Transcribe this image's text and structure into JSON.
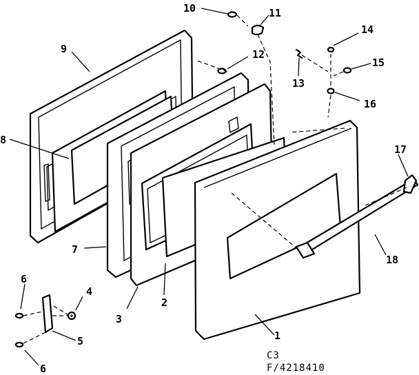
{
  "diagram": {
    "part_labels": [
      "1",
      "2",
      "3",
      "4",
      "5",
      "6",
      "6",
      "7",
      "8",
      "9",
      "10",
      "11",
      "12",
      "13",
      "14",
      "15",
      "16",
      "17",
      "18"
    ],
    "code": "C3",
    "part_number": "F/4218410"
  }
}
